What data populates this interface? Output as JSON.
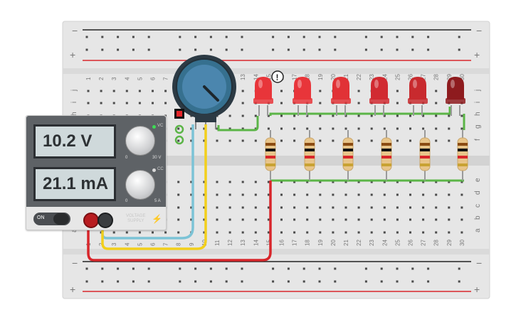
{
  "power_supply": {
    "voltage_display": "10.2 V",
    "current_display": "21.1 mA",
    "knob1_min": "0",
    "knob1_max": "30 V",
    "knob1_mode": "VC",
    "knob2_min": "0",
    "knob2_max": "5 A",
    "knob2_mode": "CC",
    "switch_label": "ON",
    "supply_label_line1": "VOLTAGE",
    "supply_label_line2": "SUPPLY"
  },
  "breadboard": {
    "top_rail_minus": "−",
    "top_rail_plus": "+",
    "bottom_rail_minus": "−",
    "bottom_rail_plus": "+",
    "row_letters_top": [
      "j",
      "i",
      "h",
      "g",
      "f"
    ],
    "row_letters_bottom": [
      "e",
      "d",
      "c",
      "b",
      "a"
    ],
    "column_numbers": [
      "1",
      "2",
      "3",
      "4",
      "5",
      "6",
      "7",
      "8",
      "9",
      "10",
      "11",
      "12",
      "13",
      "14",
      "15",
      "16",
      "17",
      "18",
      "19",
      "20",
      "21",
      "22",
      "23",
      "24",
      "25",
      "26",
      "27",
      "28",
      "29",
      "30"
    ]
  },
  "components": {
    "leds": [
      {
        "color": "#e8353a"
      },
      {
        "color": "#e8353a"
      },
      {
        "color": "#e13236"
      },
      {
        "color": "#d12a31"
      },
      {
        "color": "#c82a2e"
      },
      {
        "color": "#8e1b1e"
      }
    ],
    "warning_marker": "!",
    "potentiometer_icon": "potentiometer",
    "wire_colors": {
      "red": "#d8262b",
      "yellow": "#f2cf1c",
      "blue": "#7cc3d6",
      "green": "#5bb547"
    }
  }
}
